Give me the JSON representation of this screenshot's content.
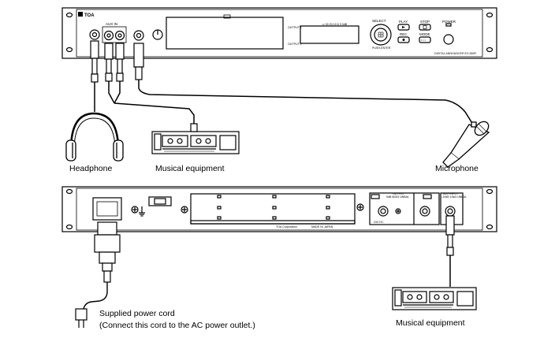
{
  "front_panel": {
    "brand": "TOA",
    "model": "DIGITAL ANNOUNCER EV-350R",
    "aux_in": "AUX IN",
    "select": "SELECT",
    "push_enter": "PUSH-ENTER",
    "play": "PLAY",
    "stop": "STOP",
    "power": "POWER",
    "rec": "REC",
    "mode": "MODE",
    "output1": "OUTPUT 1",
    "output2": "OUTPUT 2",
    "meter": "-∞ 30 20 10 6 3 0dB"
  },
  "rear_panel": {
    "maker": "TOA Corporation",
    "made_in": "MADE IN JAPAN",
    "output": "OUTPUT",
    "output_sub": "0dB  600Ω UNBAL",
    "aux_input": "AUX INPUT",
    "aux_sub": "-10dB  10kΩ  UNBAL",
    "voltage": "24V DC"
  },
  "labels": {
    "headphone": "Headphone",
    "musical_equipment_top": "Musical equipment",
    "microphone": "Microphone",
    "power_cord": "Supplied power cord",
    "power_cord_note": "(Connect this cord to the AC power outlet.)",
    "musical_equipment_bottom": "Musical equipment"
  }
}
